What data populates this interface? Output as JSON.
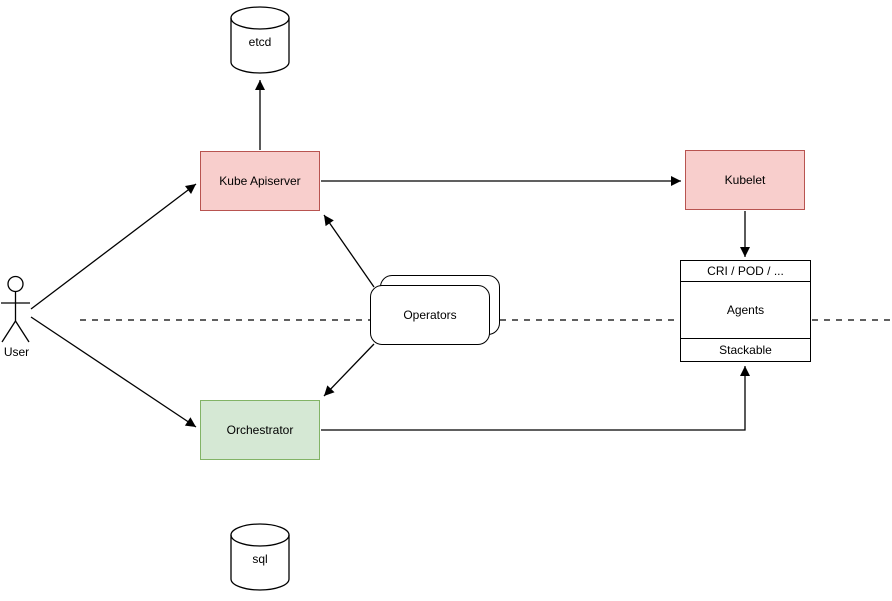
{
  "diagram": {
    "nodes": {
      "user": {
        "label": "User",
        "shape": "actor"
      },
      "etcd": {
        "label": "etcd",
        "shape": "cylinder"
      },
      "kube_apiserver": {
        "label": "Kube Apiserver",
        "shape": "rectangle",
        "fill": "#f8cecc",
        "stroke": "#b85450"
      },
      "kubelet": {
        "label": "Kubelet",
        "shape": "rectangle",
        "fill": "#f8cecc",
        "stroke": "#b85450"
      },
      "operators": {
        "label": "Operators",
        "shape": "stacked-rounded-rectangle"
      },
      "orchestrator": {
        "label": "Orchestrator",
        "shape": "rectangle",
        "fill": "#d5e8d4",
        "stroke": "#82b366"
      },
      "sql": {
        "label": "sql",
        "shape": "cylinder"
      },
      "agents_stack": {
        "header": "CRI / POD / ...",
        "body": "Agents",
        "footer": "Stackable",
        "shape": "three-section-box"
      }
    },
    "edges": [
      {
        "from": "user",
        "to": "kube_apiserver",
        "style": "solid-arrow"
      },
      {
        "from": "user",
        "to": "orchestrator",
        "style": "solid-arrow"
      },
      {
        "from": "kube_apiserver",
        "to": "etcd",
        "style": "solid-arrow"
      },
      {
        "from": "kube_apiserver",
        "to": "kubelet",
        "style": "solid-arrow"
      },
      {
        "from": "operators",
        "to": "kube_apiserver",
        "style": "solid-arrow"
      },
      {
        "from": "operators",
        "to": "orchestrator",
        "style": "solid-arrow"
      },
      {
        "from": "orchestrator",
        "to": "agents_stack.footer",
        "style": "solid-arrow-elbow"
      },
      {
        "from": "kubelet",
        "to": "agents_stack.header",
        "style": "solid-arrow"
      }
    ],
    "separator": {
      "style": "dashed-horizontal-line"
    },
    "colors": {
      "red_fill": "#f8cecc",
      "red_stroke": "#b85450",
      "green_fill": "#d5e8d4",
      "green_stroke": "#82b366",
      "shape_fill": "#ffffff",
      "line": "#000000",
      "background": "#ffffff"
    }
  }
}
